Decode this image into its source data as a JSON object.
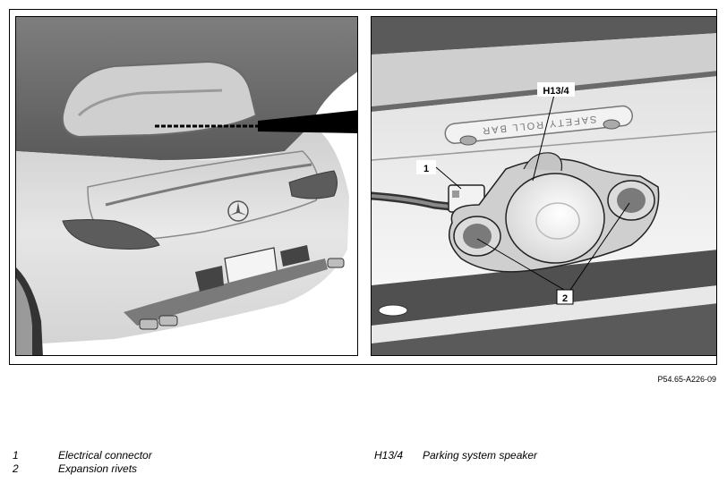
{
  "figure_code": "P54.65-A226-09",
  "callouts": {
    "c1": "1",
    "c2": "2",
    "c3": "H13/4"
  },
  "bar_text": "SAFETY ROLL BAR",
  "legend": [
    {
      "key": "1",
      "text": "Electrical connector"
    },
    {
      "key": "2",
      "text": "Expansion rivets"
    },
    {
      "key": "H13/4",
      "text": "Parking system speaker"
    }
  ]
}
